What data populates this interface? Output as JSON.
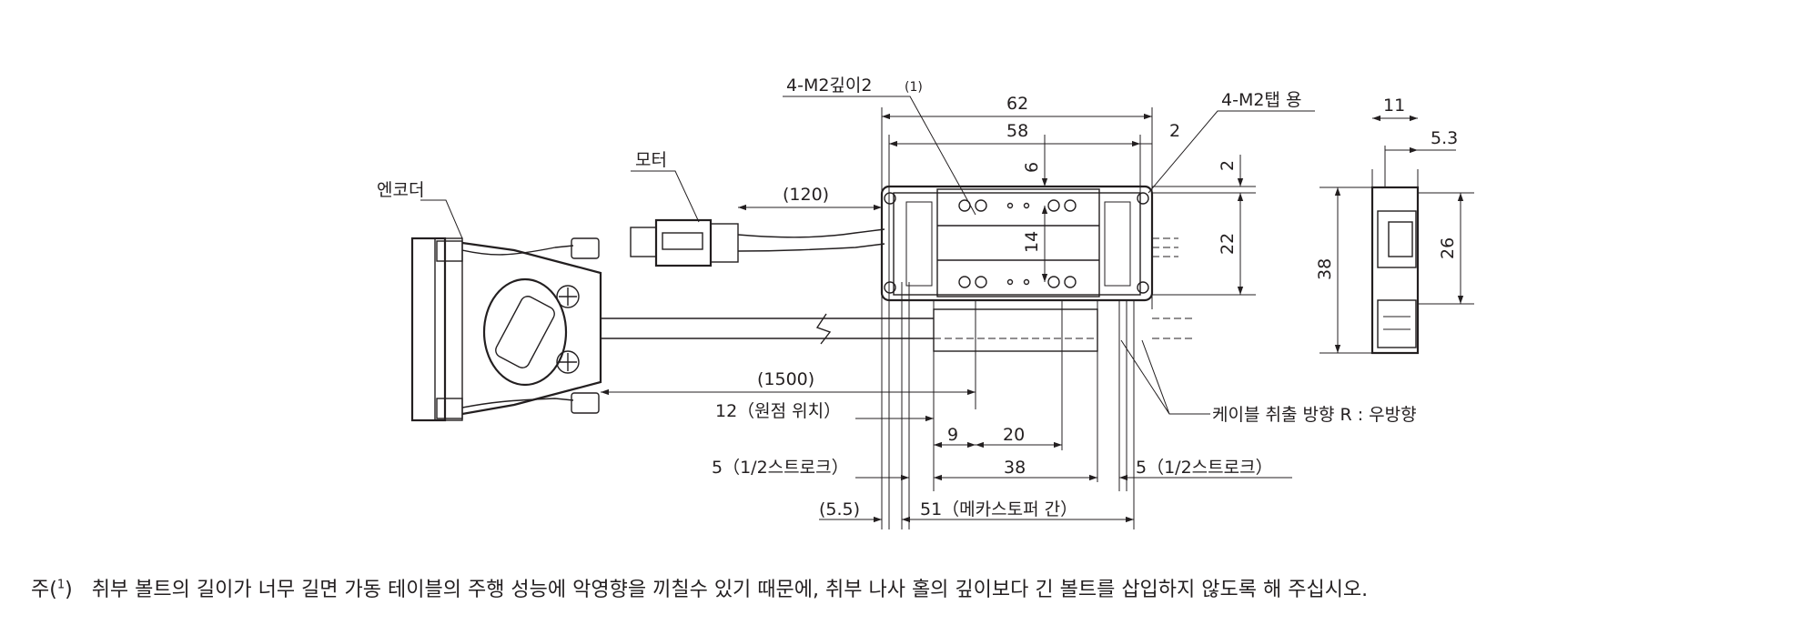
{
  "labels": {
    "encoder": "엔코더",
    "motor": "모터",
    "tap_depth": "4-M2깊이2",
    "tap_depth_ref": "(1)",
    "tap_use": "4-M2탭 용",
    "cable_direction": "케이블 취출 방향   R : 우방향"
  },
  "dimensions": {
    "d62": "62",
    "d58": "58",
    "d2_top": "2",
    "d2_right": "2",
    "d6": "6",
    "d14": "14",
    "d22": "22",
    "d120": "(120)",
    "d1500": "(1500)",
    "d12": "12（원점 위치）",
    "d9": "9",
    "d20": "20",
    "d5_left": "5（1/2스트로크）",
    "d38": "38",
    "d5_right": "5（1/2스트로크）",
    "d55": "(5.5)",
    "d51": "51（메카스토퍼 간）",
    "side11": "11",
    "side53": "5.3",
    "side26": "26",
    "side38": "38"
  },
  "footnote": {
    "prefix": "주(",
    "ref": "1",
    "suffix": ")",
    "text": "취부 볼트의 길이가 너무 길면 가동 테이블의 주행 성능에 악영향을 끼칠수 있기 때문에, 취부 나사 홀의 깊이보다 긴 볼트를 삽입하지 않도록 해 주십시오."
  }
}
